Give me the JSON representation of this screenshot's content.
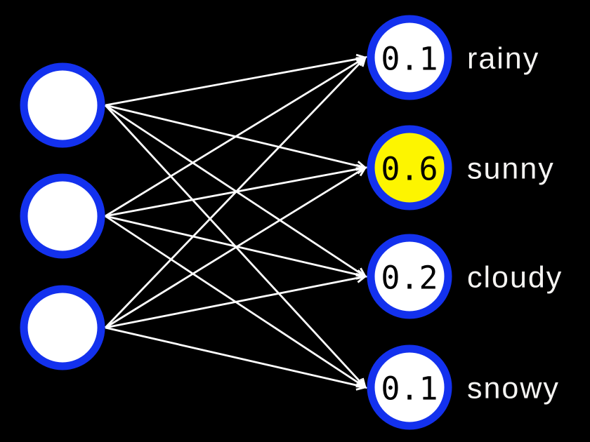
{
  "diagram": {
    "title": "",
    "background_color": "#000000",
    "node_border_color": "#1331ee",
    "node_fill_color": "#ffffff",
    "highlight_fill_color": "#fdf500",
    "edge_color": "#ffffff",
    "value_text_color": "#000000",
    "label_text_color": "#f5f4f2",
    "input_nodes": [
      {
        "id": "input-1"
      },
      {
        "id": "input-2"
      },
      {
        "id": "input-3"
      }
    ],
    "output_nodes": [
      {
        "id": "rainy",
        "value": "0.1",
        "label": "rainy",
        "highlighted": false
      },
      {
        "id": "sunny",
        "value": "0.6",
        "label": "sunny",
        "highlighted": true
      },
      {
        "id": "cloudy",
        "value": "0.2",
        "label": "cloudy",
        "highlighted": false
      },
      {
        "id": "snowy",
        "value": "0.1",
        "label": "snowy",
        "highlighted": false
      }
    ],
    "edges": [
      {
        "from": 0,
        "to": 0
      },
      {
        "from": 0,
        "to": 1
      },
      {
        "from": 0,
        "to": 2
      },
      {
        "from": 0,
        "to": 3
      },
      {
        "from": 1,
        "to": 0
      },
      {
        "from": 1,
        "to": 1
      },
      {
        "from": 1,
        "to": 2
      },
      {
        "from": 1,
        "to": 3
      },
      {
        "from": 2,
        "to": 0
      },
      {
        "from": 2,
        "to": 1
      },
      {
        "from": 2,
        "to": 2
      },
      {
        "from": 2,
        "to": 3
      }
    ]
  }
}
